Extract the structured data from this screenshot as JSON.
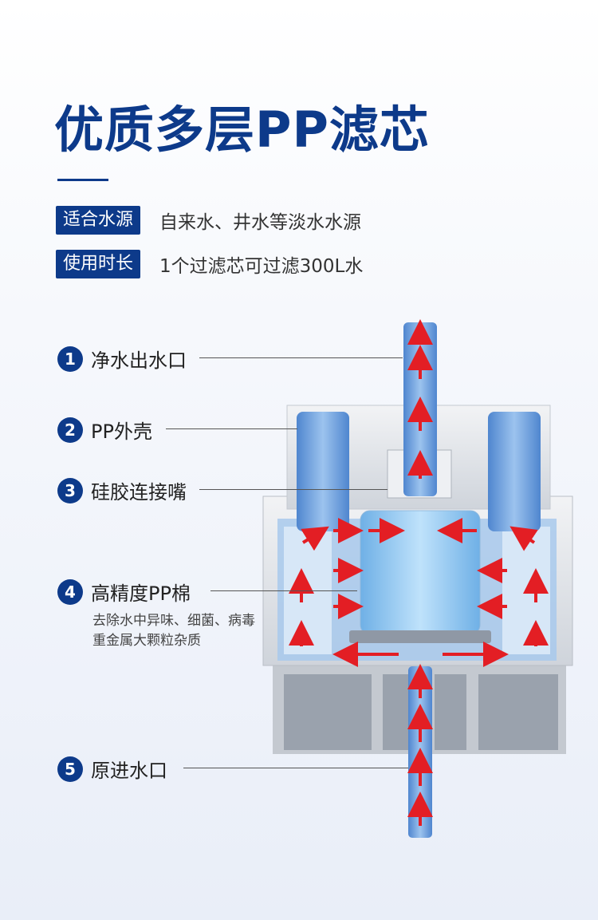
{
  "title": "优质多层PP滤芯",
  "specs": [
    {
      "tag": "适合水源",
      "value": "自来水、井水等淡水水源"
    },
    {
      "tag": "使用时长",
      "value": "1个过滤芯可过滤300L水"
    }
  ],
  "callouts": [
    {
      "num": "1",
      "label": "净水出水口"
    },
    {
      "num": "2",
      "label": "PP外壳"
    },
    {
      "num": "3",
      "label": "硅胶连接嘴"
    },
    {
      "num": "4",
      "label": "高精度PP棉",
      "sub": [
        "去除水中异味、细菌、病毒",
        "重金属大颗粒杂质"
      ]
    },
    {
      "num": "5",
      "label": "原进水口"
    }
  ],
  "colors": {
    "brand": "#0d3a8a",
    "water": "#3b78c4",
    "arrow": "#e31e24",
    "shell": "#d8dce2"
  }
}
